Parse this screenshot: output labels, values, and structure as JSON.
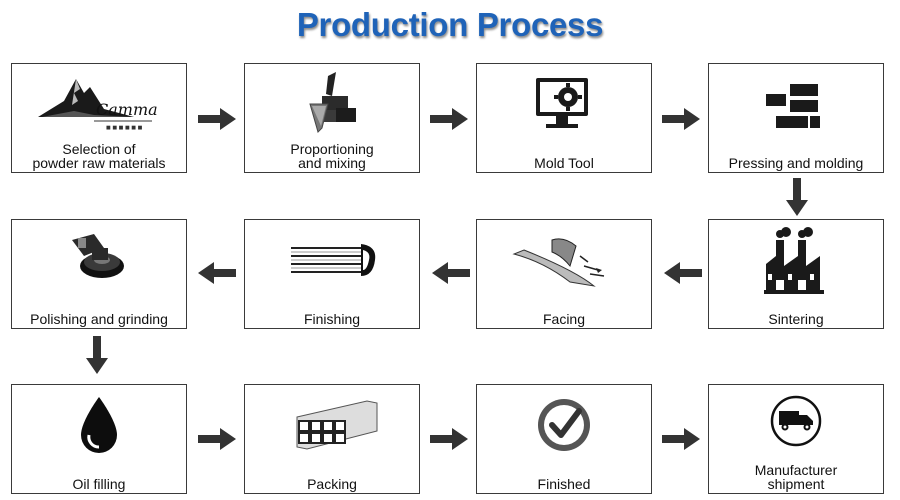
{
  "title": "Production Process",
  "steps": [
    {
      "label": "Selection of\npowder raw materials",
      "icon": "mountain-logo-icon"
    },
    {
      "label": "Proportioning\nand mixing",
      "icon": "trowel-bricks-icon"
    },
    {
      "label": "Mold Tool",
      "icon": "monitor-gear-icon"
    },
    {
      "label": "Pressing and molding",
      "icon": "brick-press-icon"
    },
    {
      "label": "Sintering",
      "icon": "factory-icon"
    },
    {
      "label": "Facing",
      "icon": "facing-blade-icon"
    },
    {
      "label": "Finishing",
      "icon": "finishing-rolls-icon"
    },
    {
      "label": "Polishing and grinding",
      "icon": "orbital-sander-icon"
    },
    {
      "label": "Oil filling",
      "icon": "oil-drop-icon"
    },
    {
      "label": "Packing",
      "icon": "tube-bundle-icon"
    },
    {
      "label": "Finished",
      "icon": "checkmark-circle-icon"
    },
    {
      "label": "Manufacturer\nshipment",
      "icon": "truck-circle-icon"
    }
  ],
  "logo_text": "Camma",
  "colors": {
    "title": "#1f63b8",
    "arrow": "#333333",
    "border": "#3a3a3a"
  }
}
